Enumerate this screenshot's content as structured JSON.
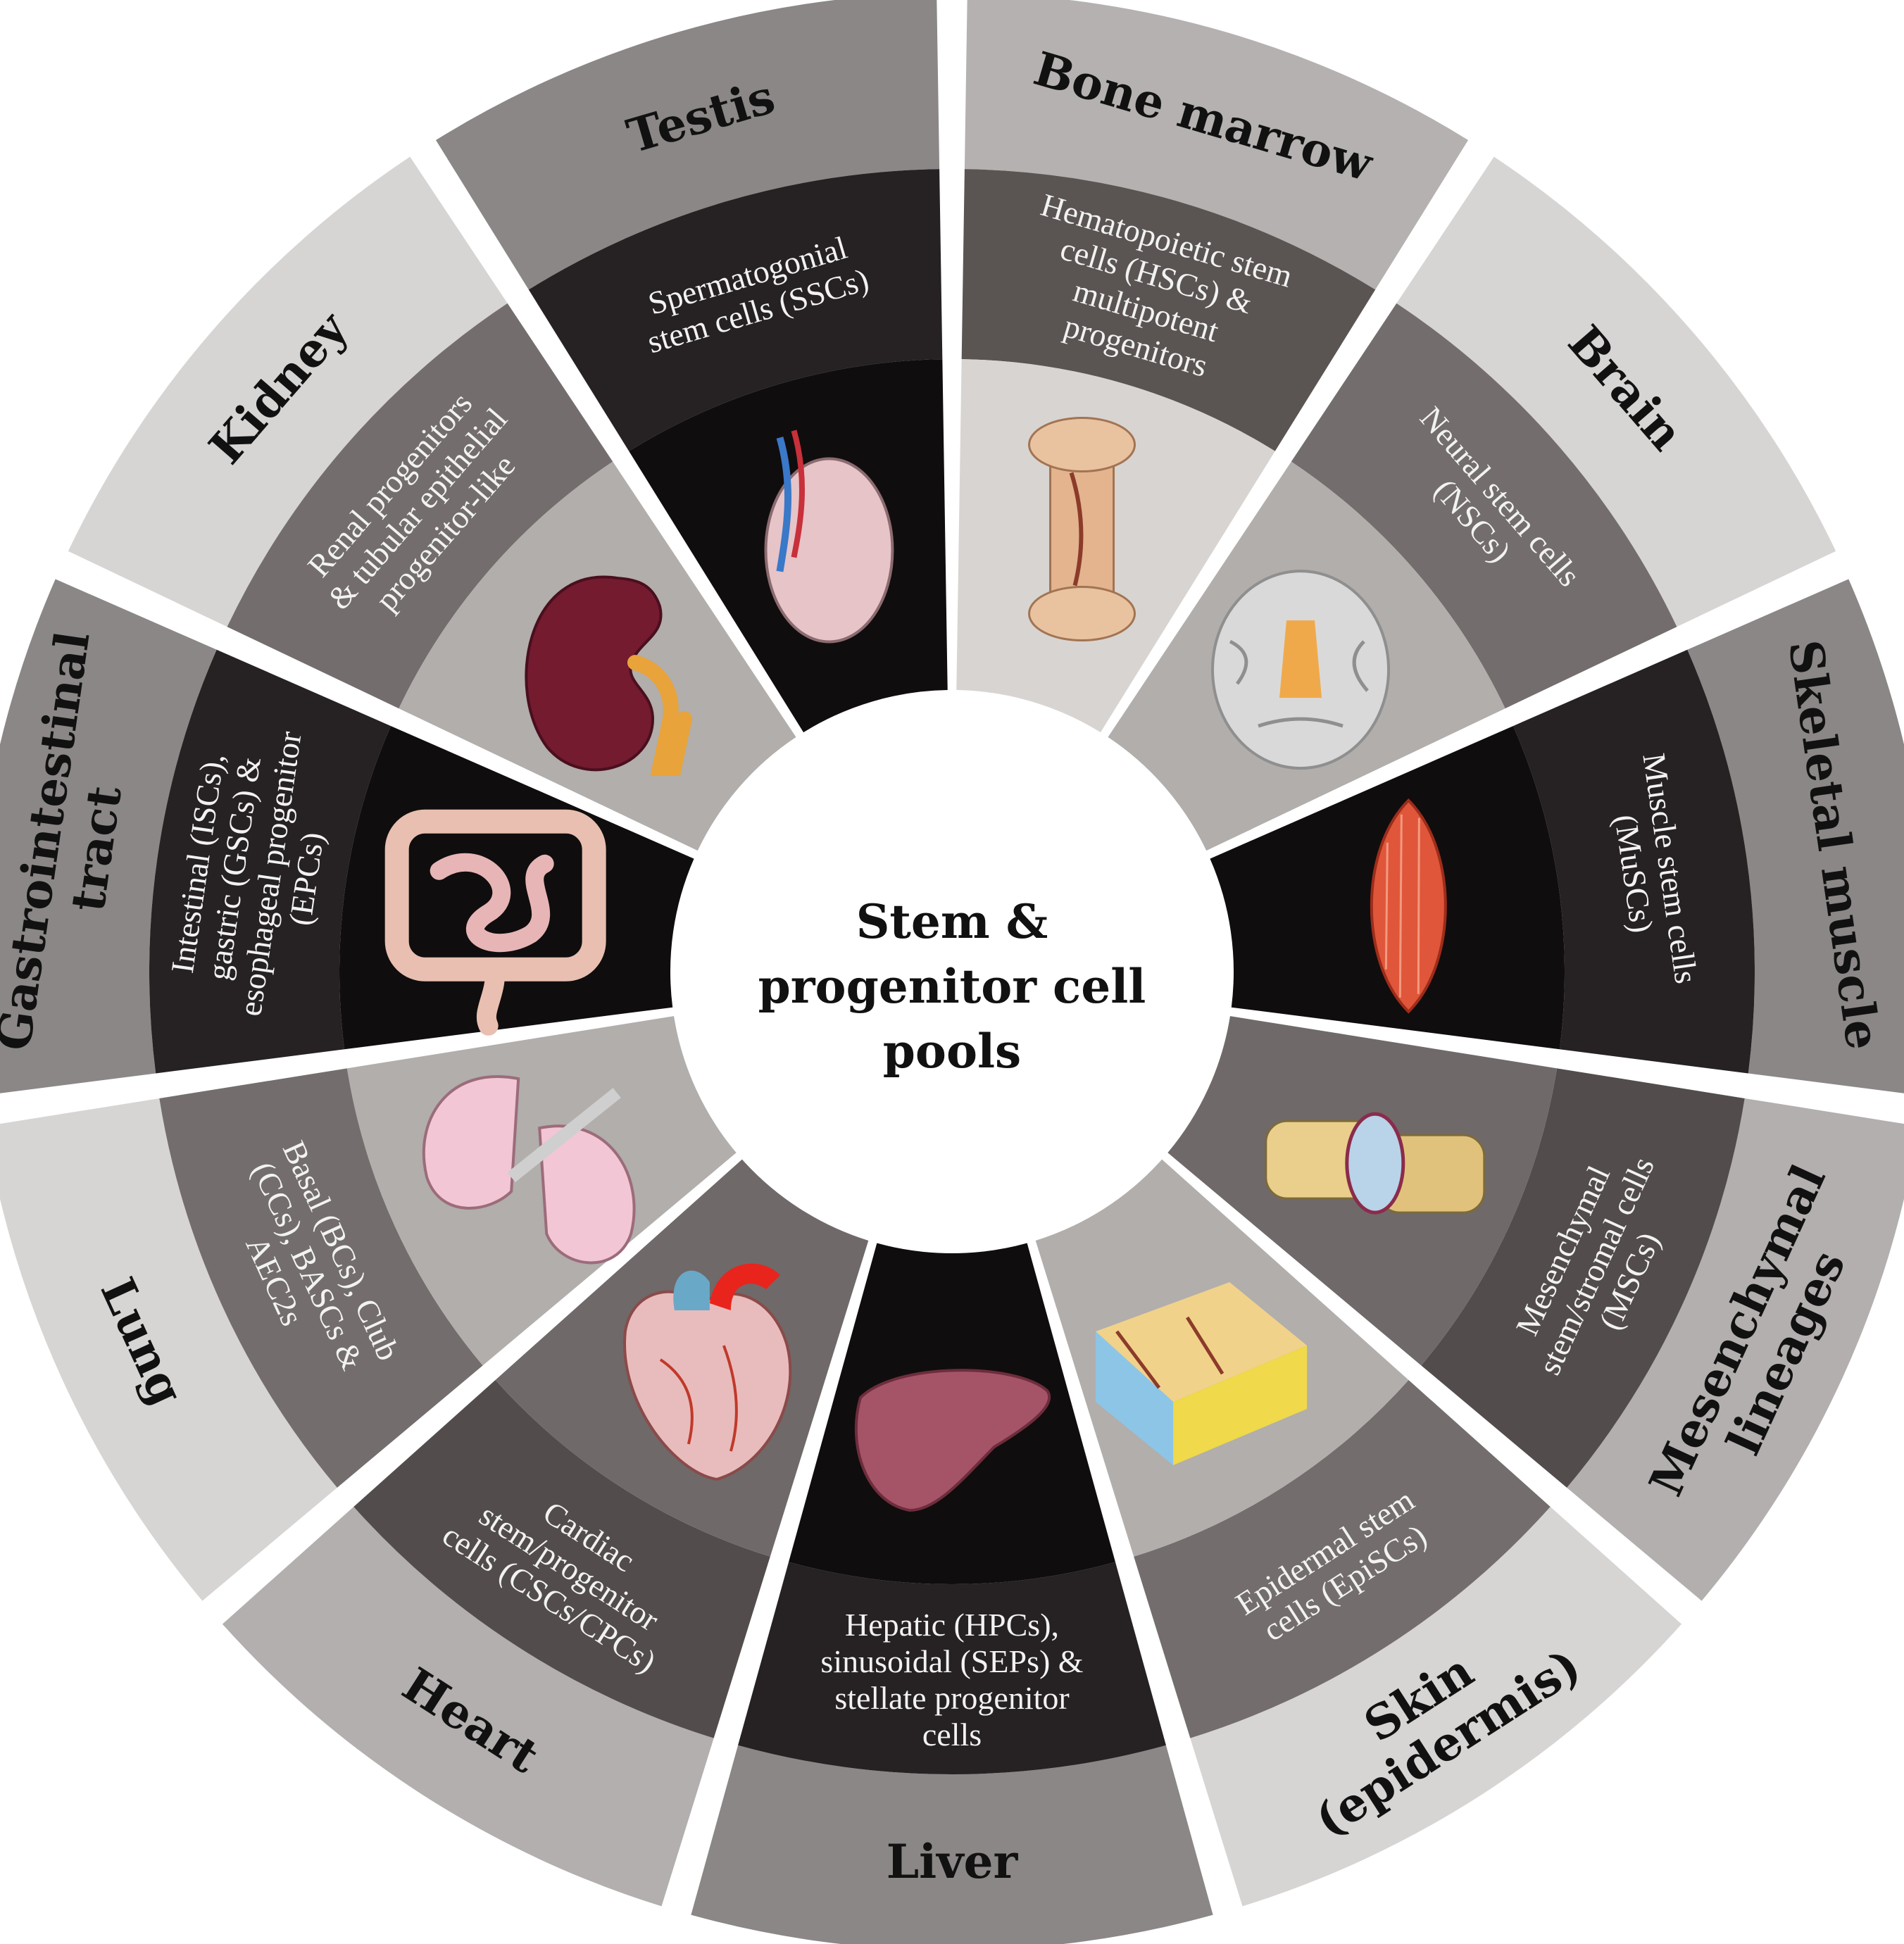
{
  "center": {
    "lines": [
      "Stem &",
      "progenitor cell",
      "pools"
    ]
  },
  "sectors": [
    {
      "organ": [
        "Bone marrow"
      ],
      "cells": [
        "Hematopoietic stem",
        "cells (HSCs) &",
        "multipotent",
        "progenitors"
      ],
      "icon": "bone-icon",
      "outer_color": "#b4b1b0",
      "mid_color": "#5a5553",
      "inner_color": "#d8d4d1"
    },
    {
      "organ": [
        "Brain"
      ],
      "cells": [
        "Neural stem cells",
        "(NSCs)"
      ],
      "icon": "brain-icon",
      "outer_color": "#d7d5d4",
      "mid_color": "#736e6d",
      "inner_color": "#b1aeac"
    },
    {
      "organ": [
        "Skeletal muscle"
      ],
      "cells": [
        "Muscle stem cells",
        "(MuSCs)"
      ],
      "icon": "muscle-icon",
      "outer_color": "#8a8786",
      "mid_color": "#262223",
      "inner_color": "#100d0e"
    },
    {
      "organ": [
        "Mesenchymal",
        "lineages"
      ],
      "cells": [
        "Mesenchymal",
        "stem/stromal cells",
        "(MSCs)"
      ],
      "icon": "joint-icon",
      "outer_color": "#b2afae",
      "mid_color": "#524d4c",
      "inner_color": "#6f6969"
    },
    {
      "organ": [
        "Skin",
        "(epidermis)"
      ],
      "cells": [
        "Epidermal stem",
        "cells (EpiSCs)"
      ],
      "icon": "skin-icon",
      "outer_color": "#d7d5d4",
      "mid_color": "#736e6d",
      "inner_color": "#b1aeac"
    },
    {
      "organ": [
        "Liver"
      ],
      "cells": [
        "Hepatic (HPCs),",
        "sinusoidal (SEPs) &",
        "stellate progenitor",
        "cells"
      ],
      "icon": "liver-icon",
      "outer_color": "#8a8786",
      "mid_color": "#262223",
      "inner_color": "#100d0e"
    },
    {
      "organ": [
        "Heart"
      ],
      "cells": [
        "Cardiac",
        "stem/progenitor",
        "cells (CSCs/CPCs)"
      ],
      "icon": "heart-icon",
      "outer_color": "#b2afae",
      "mid_color": "#524d4c",
      "inner_color": "#6f6969"
    },
    {
      "organ": [
        "Lung"
      ],
      "cells": [
        "Basal (BCs), Club",
        "(CCs), BASCs &",
        "AEC2s"
      ],
      "icon": "lung-icon",
      "outer_color": "#d7d5d4",
      "mid_color": "#736e6d",
      "inner_color": "#b1aeac"
    },
    {
      "organ": [
        "Gastrointestinal",
        "tract"
      ],
      "cells": [
        "Intestinal (ISCs),",
        "gastric (GSCs) &",
        "esophageal progenitor",
        "(EPCs)"
      ],
      "icon": "intestine-icon",
      "outer_color": "#8a8786",
      "mid_color": "#262223",
      "inner_color": "#100d0e"
    },
    {
      "organ": [
        "Kidney"
      ],
      "cells": [
        "Renal progenitors",
        "& tubular epithelial",
        "progenitor-like"
      ],
      "icon": "kidney-icon",
      "outer_color": "#d7d5d4",
      "mid_color": "#736e6d",
      "inner_color": "#b1aeac"
    },
    {
      "organ": [
        "Testis"
      ],
      "cells": [
        "Spermatogonial",
        "stem cells (SSCs)"
      ],
      "icon": "testis-icon",
      "outer_color": "#8a8786",
      "mid_color": "#262223",
      "inner_color": "#100d0e"
    }
  ]
}
